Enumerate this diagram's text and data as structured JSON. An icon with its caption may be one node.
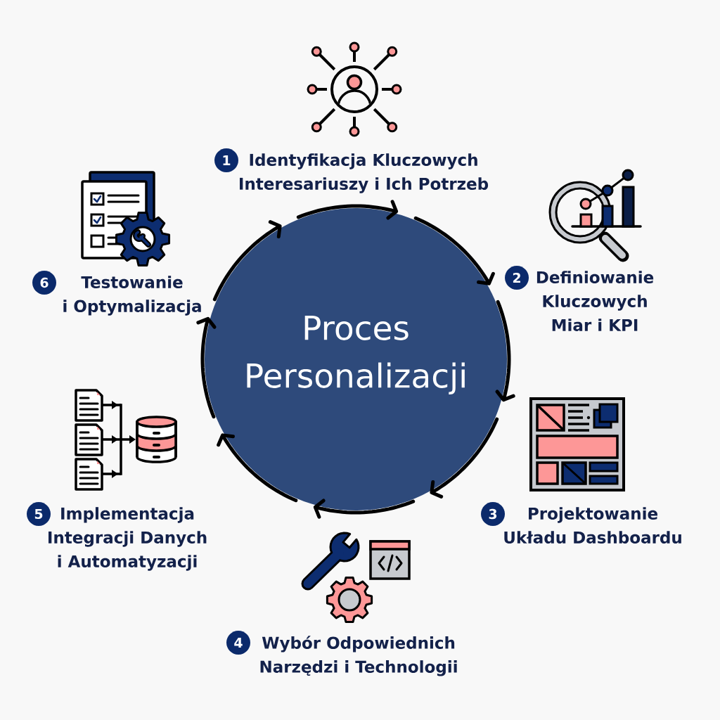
{
  "diagram": {
    "nodes": [
      {
        "text": [
          "Proces Personalizacji"
        ]
      },
      {
        "text": [
          "1"
        ],
        "beside": [
          "Identyfikacja Kluczowych Interesariuszy i Ich Potrzeb"
        ]
      },
      {
        "text": [
          "2"
        ],
        "beside": [
          "Definiowanie Kluczowych Miar i KPI"
        ]
      },
      {
        "text": [
          "3"
        ],
        "beside": [
          "Projektowanie Układu Dashboardu"
        ]
      },
      {
        "text": [
          "4"
        ],
        "beside": [
          "Wybór Odpowiednich Narzędzi i Technologii"
        ]
      },
      {
        "text": [
          "5"
        ],
        "beside": [
          "Implementacja Integracji Danych i Automatyzacji"
        ]
      },
      {
        "text": [
          "6"
        ],
        "beside": [
          "Testowanie i Optymalizacja"
        ]
      }
    ]
  }
}
